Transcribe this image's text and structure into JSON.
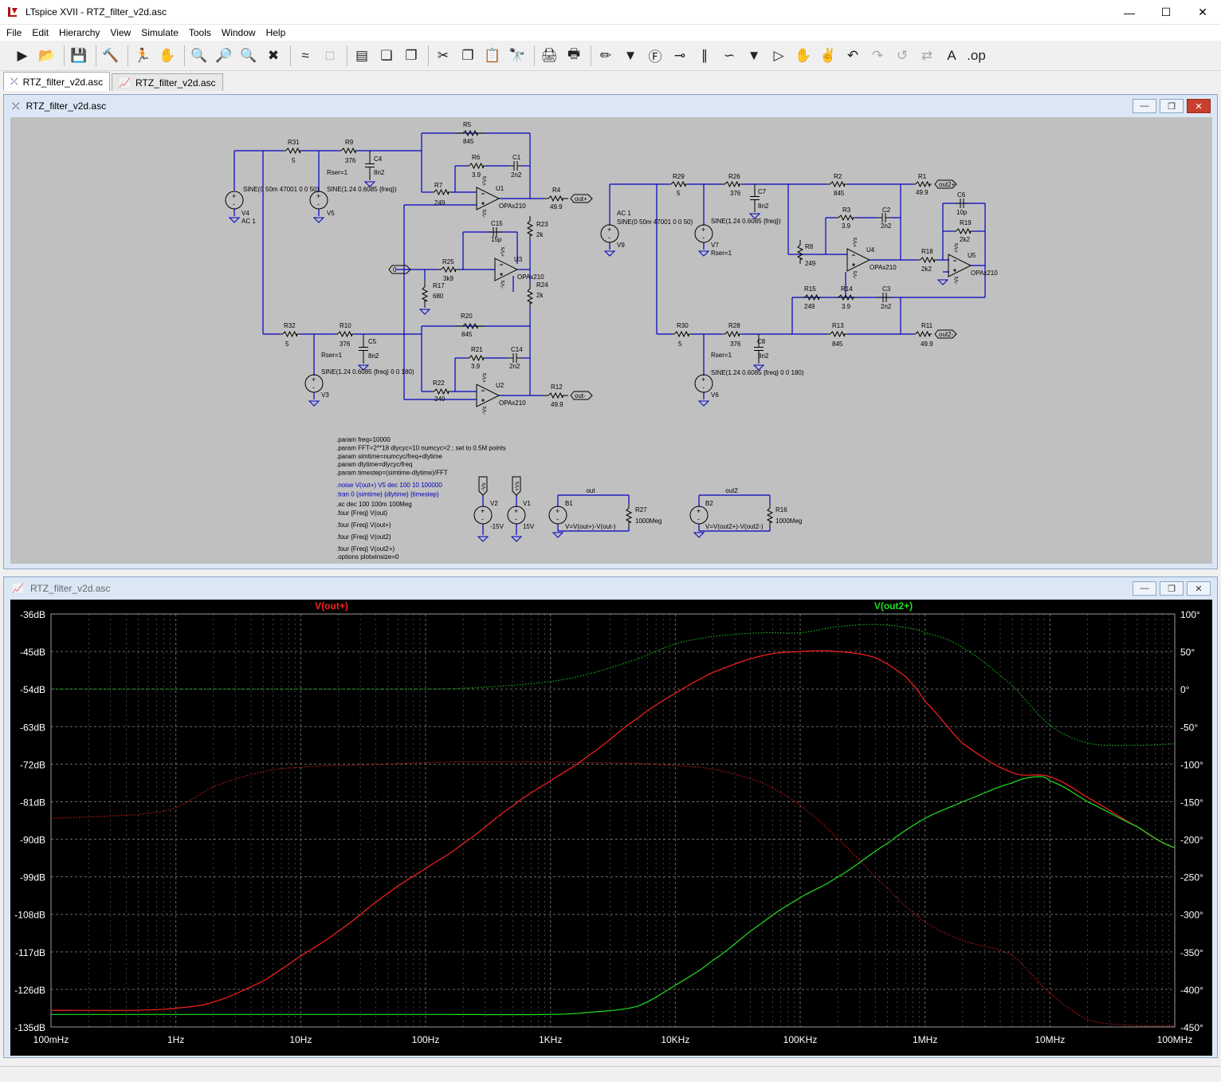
{
  "window": {
    "title": "LTspice XVII - RTZ_filter_v2d.asc"
  },
  "menu": [
    "File",
    "Edit",
    "Hierarchy",
    "View",
    "Simulate",
    "Tools",
    "Window",
    "Help"
  ],
  "tabs": [
    {
      "label": "RTZ_filter_v2d.asc",
      "active": true,
      "icon": "schematic-icon"
    },
    {
      "label": "RTZ_filter_v2d.asc",
      "active": false,
      "icon": "waveform-icon"
    }
  ],
  "schematic_window": {
    "title": "RTZ_filter_v2d.asc"
  },
  "waveform_window": {
    "title": "RTZ_filter_v2d.asc"
  },
  "schematic": {
    "labels": {
      "R31": "R31",
      "R31v": "5",
      "R9": "R9",
      "R9v": "376",
      "C4": "C4",
      "C4v": "8n2",
      "Rser1": "Rser=1",
      "V4": "V4",
      "V4ac": "AC 1",
      "V4sine": "SINE(0 50m 47001 0 0 50)",
      "V5": "V5",
      "V5sine": "SINE(1.24 0.6085 {freq})",
      "R5": "R5",
      "R5v": "845",
      "R6": "R6",
      "R6v": "3.9",
      "C1": "C1",
      "C1v": "2n2",
      "R7": "R7",
      "R7v": "249",
      "U1": "U1",
      "U1m": "OPAx210",
      "R4": "R4",
      "R4v": "49.9",
      "outp": "out+",
      "C15": "C15",
      "C15v": "15p",
      "R23": "R23",
      "R23v": "2k",
      "R25": "R25",
      "R25v": "3k9",
      "U3": "U3",
      "U3m": "OPAx210",
      "R17": "R17",
      "R17v": "680",
      "R24": "R24",
      "R24v": "2k",
      "gnd": "0",
      "R32": "R32",
      "R32v": "5",
      "R10": "R10",
      "R10v": "376",
      "C5": "C5",
      "C5v": "8n2",
      "Rser2": "Rser=1",
      "V3": "V3",
      "V3sine": "SINE(1.24 0.6085 {freq} 0 0 180)",
      "R20": "R20",
      "R20v": "845",
      "R21": "R21",
      "R21v": "3.9",
      "C14": "C14",
      "C14v": "2n2",
      "R22": "R22",
      "R22v": "249",
      "U2": "U2",
      "U2m": "OPAx210",
      "R12": "R12",
      "R12v": "49.9",
      "outn": "out-",
      "R29": "R29",
      "R29v": "5",
      "R26": "R26",
      "R26v": "376",
      "C7": "C7",
      "C7v": "8n2",
      "V9": "V9",
      "V9ac": "AC 1",
      "V9sine": "SINE(0 50m 47001 0 0 50)",
      "V7": "V7",
      "V7sine": "SINE(1.24 0.6085 {freq})",
      "Rser3": "Rser=1",
      "R2": "R2",
      "R2v": "845",
      "R1": "R1",
      "R1v": "49.9",
      "out2p": "out2+",
      "C6": "C6",
      "C6v": "10p",
      "R19": "R19",
      "R19v": "2k2",
      "R3": "R3",
      "R3v": "3.9",
      "C2": "C2",
      "C2v": "2n2",
      "R8": "R8",
      "R8v": "249",
      "U4": "U4",
      "U4m": "OPAx210",
      "R18": "R18",
      "R18v": "2k2",
      "U5": "U5",
      "U5m": "OPAx210",
      "R15": "R15",
      "R15v": "249",
      "R14": "R14",
      "R14v": "3.9",
      "C3": "C3",
      "C3v": "2n2",
      "R30": "R30",
      "R30v": "5",
      "R28": "R28",
      "R28v": "376",
      "C8": "C8",
      "C8v": "8n2",
      "R13": "R13",
      "R13v": "845",
      "R11": "R11",
      "R11v": "49.9",
      "out2n": "out2-",
      "Rser4": "Rser=1",
      "V6": "V6",
      "V6sine": "SINE(1.24 0.6085 {freq} 0 0 180)",
      "V2": "V2",
      "V2v": "-15V",
      "V1": "V1",
      "V1v": "15V",
      "vsn": "-Vs",
      "vsp": "+Vs",
      "out": "out",
      "B1": "B1",
      "B1expr": "V=V(out+)-V(out-)",
      "R27": "R27",
      "R27v": "1000Meg",
      "out2": "out2",
      "B2": "B2",
      "B2expr": "V=V(out2+)-V(out2-)",
      "R16": "R16",
      "R16v": "1000Meg",
      "opp": "+Vs",
      "opn": "-Vs"
    },
    "directives_black": [
      ".param freq=10000",
      ".param FFT=2**18 dlycyc=10 numcyc=2 ; set to 0.5M points",
      ".param simtime=numcyc/freq+dlytime",
      ".param dlytime=dlycyc/freq",
      ".param timestep=(simtime-dlytime)/FFT"
    ],
    "directives_blue": [
      ".noise V(out+) V5 dec 100 10 100000",
      ".tran 0 {simtime} {dlytime} {timestep}"
    ],
    "directives_black2": [
      ".ac dec 100 100m 100Meg",
      ".four {Freq} V(out)",
      ".four {Freq} V(out+)",
      ".four {Freq} V(out2)",
      ".four {Freq} V(out2+)",
      ".options plotwinsize=0"
    ]
  },
  "chart_data": {
    "type": "line",
    "xscale": "log",
    "xlim": [
      0.1,
      100000000
    ],
    "x_ticks": [
      "100mHz",
      "1Hz",
      "10Hz",
      "100Hz",
      "1KHz",
      "10KHz",
      "100KHz",
      "1MHz",
      "10MHz",
      "100MHz"
    ],
    "y_left_ticks": [
      "-36dB",
      "-45dB",
      "-54dB",
      "-63dB",
      "-72dB",
      "-81dB",
      "-90dB",
      "-99dB",
      "-108dB",
      "-117dB",
      "-126dB",
      "-135dB"
    ],
    "y_right_ticks": [
      "100°",
      "50°",
      "0°",
      "-50°",
      "-100°",
      "-150°",
      "-200°",
      "-250°",
      "-300°",
      "-350°",
      "-400°",
      "-450°"
    ],
    "ylim_left": [
      -135,
      -36
    ],
    "ylim_right": [
      -450,
      100
    ],
    "grid": true,
    "legend": [
      "V(out+)",
      "V(out2+)"
    ],
    "colors": {
      "red": "#ff2020",
      "green": "#20e020",
      "background": "#000000",
      "grid": "#6a6a6a",
      "axis_text": "#ffffff"
    },
    "series": [
      {
        "name": "V(out+)",
        "kind": "magnitude",
        "color": "#ff2020",
        "x": [
          0.1,
          0.5,
          1,
          2,
          5,
          10,
          20,
          50,
          100,
          200,
          500,
          1000,
          2000,
          5000,
          10000,
          20000,
          50000,
          100000,
          200000,
          400000,
          700000,
          1000000,
          2000000,
          5000000,
          10000000,
          20000000,
          50000000,
          100000000
        ],
        "y": [
          -131,
          -131,
          -130.5,
          -129,
          -124,
          -118,
          -112,
          -103,
          -97,
          -91,
          -82,
          -76,
          -70,
          -61,
          -55,
          -50,
          -46,
          -45,
          -45,
          -46.5,
          -51,
          -57,
          -67,
          -74,
          -75,
          -80,
          -87,
          -92
        ]
      },
      {
        "name": "V(out+)",
        "kind": "phase",
        "color": "#c01818",
        "x": [
          0.1,
          0.5,
          1,
          2,
          5,
          10,
          20,
          50,
          100,
          200,
          500,
          1000,
          2000,
          5000,
          10000,
          20000,
          50000,
          100000,
          200000,
          500000,
          1000000,
          2000000,
          5000000,
          10000000,
          20000000,
          50000000,
          100000000
        ],
        "y": [
          -172,
          -167,
          -158,
          -130,
          -110,
          -104,
          -102,
          -100,
          -98,
          -97,
          -97,
          -97,
          -98,
          -99,
          -102,
          -107,
          -125,
          -155,
          -200,
          -265,
          -310,
          -335,
          -355,
          -405,
          -440,
          -448,
          -448
        ]
      },
      {
        "name": "V(out2+)",
        "kind": "magnitude",
        "color": "#20e020",
        "x": [
          0.1,
          1,
          10,
          100,
          1000,
          2000,
          5000,
          10000,
          20000,
          50000,
          100000,
          200000,
          500000,
          1000000,
          2000000,
          5000000,
          8000000,
          10000000,
          20000000,
          50000000,
          100000000
        ],
        "y": [
          -132,
          -132,
          -132,
          -132,
          -132,
          -131.5,
          -130,
          -125,
          -119,
          -110,
          -104,
          -99,
          -91,
          -85,
          -81,
          -76.5,
          -75,
          -76,
          -81,
          -87,
          -92
        ]
      },
      {
        "name": "V(out2+)",
        "kind": "phase",
        "color": "#18b018",
        "x": [
          0.1,
          1,
          10,
          100,
          200,
          500,
          1000,
          2000,
          5000,
          10000,
          20000,
          50000,
          100000,
          200000,
          400000,
          700000,
          1000000,
          2000000,
          5000000,
          10000000,
          20000000,
          50000000,
          100000000
        ],
        "y": [
          0,
          0,
          0,
          0,
          1,
          5,
          10,
          20,
          40,
          60,
          70,
          75,
          75,
          83,
          86,
          82,
          75,
          55,
          5,
          -48,
          -72,
          -75,
          -73
        ]
      }
    ]
  }
}
